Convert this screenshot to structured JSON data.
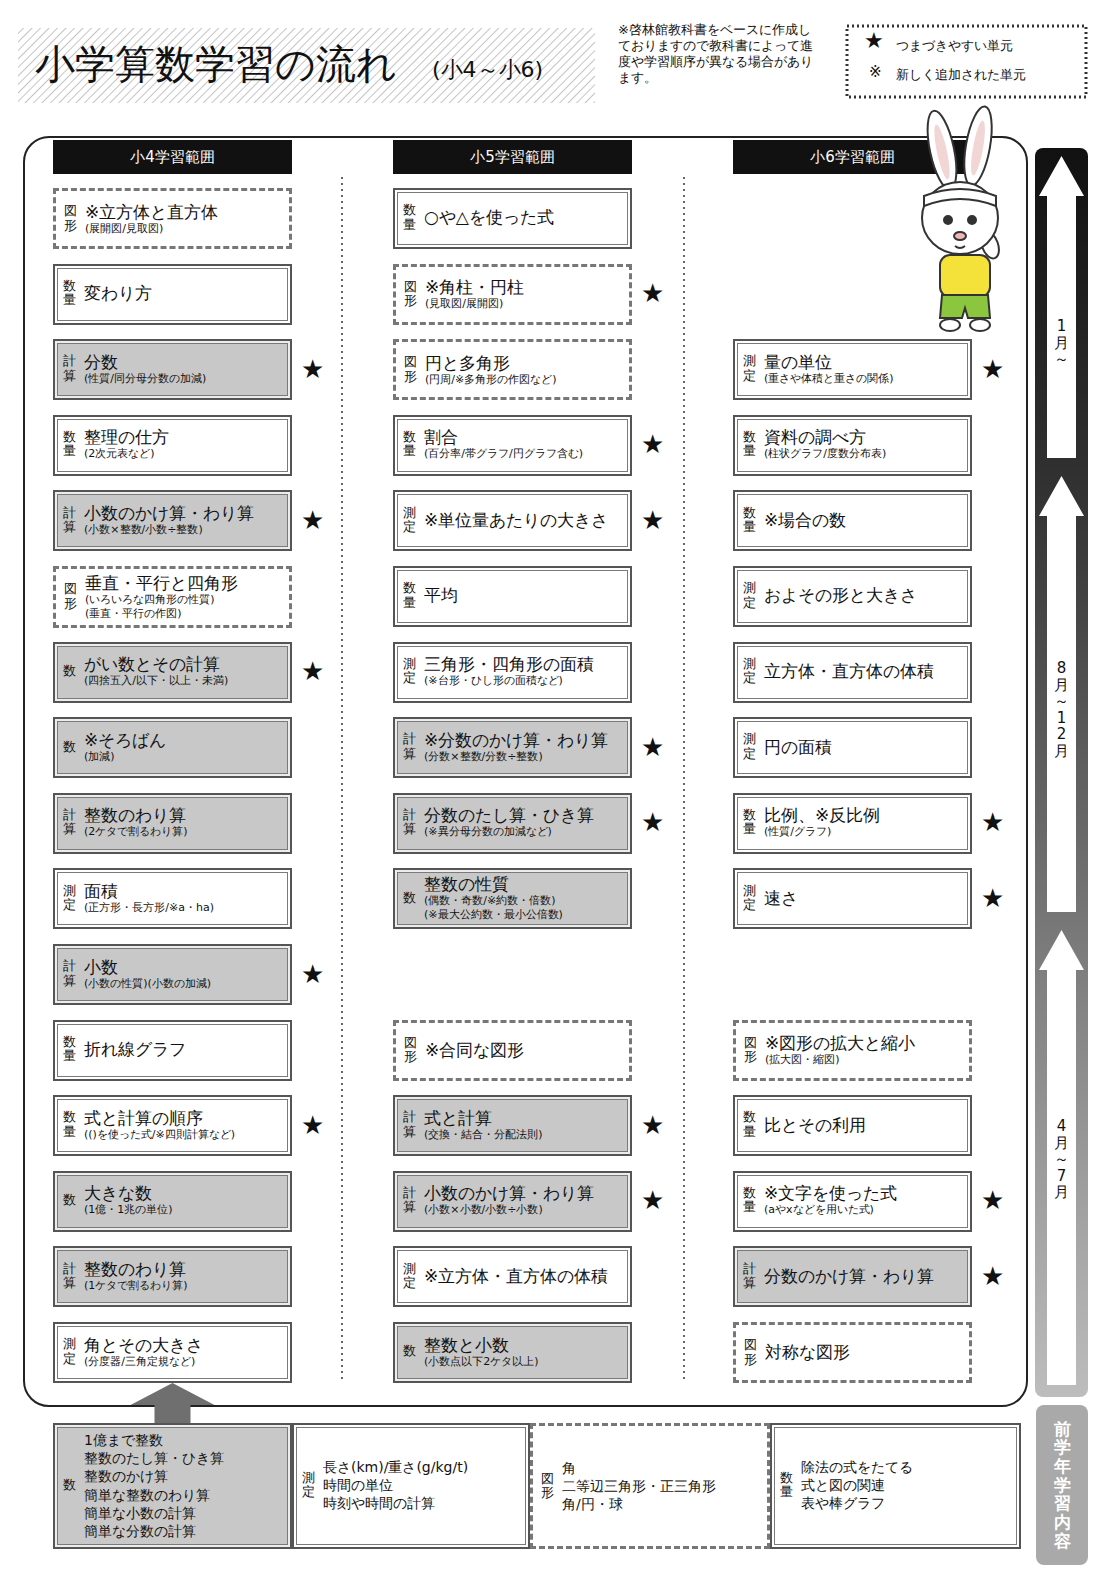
{
  "diagram": {
    "title": "小学算数学習の流れ",
    "nodes": [
      {
        "text": [
          "小4学習範囲"
        ]
      },
      {
        "text": [
          "小5学習範囲"
        ]
      },
      {
        "text": [
          "小6学習範囲"
        ]
      },
      {
        "text": [
          "図形",
          "※立方体と直方体",
          "(展開図/見取図)"
        ]
      },
      {
        "text": [
          "数量",
          "変わり方"
        ]
      },
      {
        "text": [
          "計算",
          "分数",
          "(性質/同分母分数の加減)"
        ]
      },
      {
        "text": [
          "数量",
          "整理の仕方",
          "(2次元表など)"
        ]
      },
      {
        "text": [
          "計算",
          "小数のかけ算・わり算",
          "(小数×整数/小数÷整数)"
        ]
      },
      {
        "text": [
          "図形",
          "垂直・平行と四角形",
          "(いろいろな四角形の性質)",
          "(垂直・平行の作図)"
        ]
      },
      {
        "text": [
          "数",
          "がい数とその計算",
          "(四捨五入/以下・以上・未満)"
        ]
      },
      {
        "text": [
          "数",
          "※そろばん",
          "(加減)"
        ]
      },
      {
        "text": [
          "計算",
          "整数のわり算",
          "(2ケタで割るわり算)"
        ]
      },
      {
        "text": [
          "測定",
          "面積",
          "(正方形・長方形/※a・ha)"
        ]
      },
      {
        "text": [
          "計算",
          "小数",
          "(小数の性質)(小数の加減)"
        ]
      },
      {
        "text": [
          "数量",
          "折れ線グラフ"
        ]
      },
      {
        "text": [
          "数量",
          "式と計算の順序",
          "(()を使った式/※四則計算など)"
        ]
      },
      {
        "text": [
          "数",
          "大きな数",
          "(1億・1兆の単位)"
        ]
      },
      {
        "text": [
          "計算",
          "整数のわり算",
          "(1ケタで割るわり算)"
        ]
      },
      {
        "text": [
          "測定",
          "角とその大きさ",
          "(分度器/三角定規など)"
        ]
      },
      {
        "text": [
          "数量",
          "○や△を使った式"
        ]
      },
      {
        "text": [
          "図形",
          "※角柱・円柱",
          "(見取図/展開図)"
        ]
      },
      {
        "text": [
          "図形",
          "円と多角形",
          "(円周/※多角形の作図など)"
        ]
      },
      {
        "text": [
          "数量",
          "割合",
          "(百分率/帯グラフ/円グラフ含む)"
        ]
      },
      {
        "text": [
          "測定",
          "※単位量あたりの大きさ"
        ]
      },
      {
        "text": [
          "数量",
          "平均"
        ]
      },
      {
        "text": [
          "測定",
          "三角形・四角形の面積",
          "(※台形・ひし形の面積など)"
        ]
      },
      {
        "text": [
          "計算",
          "※分数のかけ算・わり算",
          "(分数×整数/分数÷整数)"
        ]
      },
      {
        "text": [
          "計算",
          "分数のたし算・ひき算",
          "(※異分母分数の加減など)"
        ]
      },
      {
        "text": [
          "数",
          "整数の性質",
          "(偶数・奇数/※約数・倍数)",
          "(※最大公約数・最小公倍数)"
        ]
      },
      {
        "text": [
          "図形",
          "※合同な図形"
        ]
      },
      {
        "text": [
          "計算",
          "式と計算",
          "(交換・結合・分配法則)"
        ]
      },
      {
        "text": [
          "計算",
          "小数のかけ算・わり算",
          "(小数×小数/小数÷小数)"
        ]
      },
      {
        "text": [
          "測定",
          "※立方体・直方体の体積"
        ]
      },
      {
        "text": [
          "数",
          "整数と小数",
          "(小数点以下2ケタ以上)"
        ]
      },
      {
        "text": [
          "測定",
          "量の単位",
          "(重さや体積と重さの関係)"
        ]
      },
      {
        "text": [
          "数量",
          "資料の調べ方",
          "(柱状グラフ/度数分布表)"
        ]
      },
      {
        "text": [
          "数量",
          "※場合の数"
        ]
      },
      {
        "text": [
          "測定",
          "およその形と大きさ"
        ]
      },
      {
        "text": [
          "測定",
          "立方体・直方体の体積"
        ]
      },
      {
        "text": [
          "測定",
          "円の面積"
        ]
      },
      {
        "text": [
          "数量",
          "比例、※反比例",
          "(性質/グラフ)"
        ]
      },
      {
        "text": [
          "測定",
          "速さ"
        ]
      },
      {
        "text": [
          "図形",
          "※図形の拡大と縮小",
          "(拡大図・縮図)"
        ]
      },
      {
        "text": [
          "数量",
          "比とその利用"
        ]
      },
      {
        "text": [
          "数量",
          "※文字を使った式",
          "(aやxなどを用いた式)"
        ]
      },
      {
        "text": [
          "計算",
          "分数のかけ算・わり算"
        ]
      },
      {
        "text": [
          "図形",
          "対称な図形"
        ]
      },
      {
        "text": [
          "数",
          "1億まで整数",
          "整数のたし算・ひき算",
          "整数のかけ算",
          "簡単な整数のわり算",
          "簡単な小数の計算",
          "簡単な分数の計算"
        ]
      },
      {
        "text": [
          "測定",
          "長さ(km)/重さ(g/kg/t)",
          "時間の単位",
          "時刻や時間の計算"
        ]
      },
      {
        "text": [
          "図形",
          "角",
          "二等辺三角形・正三角形",
          "角/円・球"
        ]
      },
      {
        "text": [
          "数量",
          "除法の式をたてる",
          "式と図の関連",
          "表や棒グラフ"
        ]
      },
      {
        "text": [
          "前学年学習内容"
        ]
      }
    ],
    "edges": [
      {
        "from": 47,
        "to": 18,
        "arrow": "to"
      }
    ],
    "labels": [
      "(小4～小6)",
      "※啓林館教科書をベースに作成しておりますので教科書によって進度や学習順序が異なる場合があります。",
      "★",
      "※",
      "★",
      "★",
      "★",
      "★",
      "★",
      "★",
      "★",
      "★",
      "★",
      "★",
      "★",
      "★",
      "★",
      "★",
      "★",
      "★",
      "★",
      "1月～",
      "8月～12月",
      "4月～7月"
    ],
    "legend": [
      {
        "text": "つまづきやすい単元"
      },
      {
        "text": "新しく追加された単元"
      }
    ]
  }
}
